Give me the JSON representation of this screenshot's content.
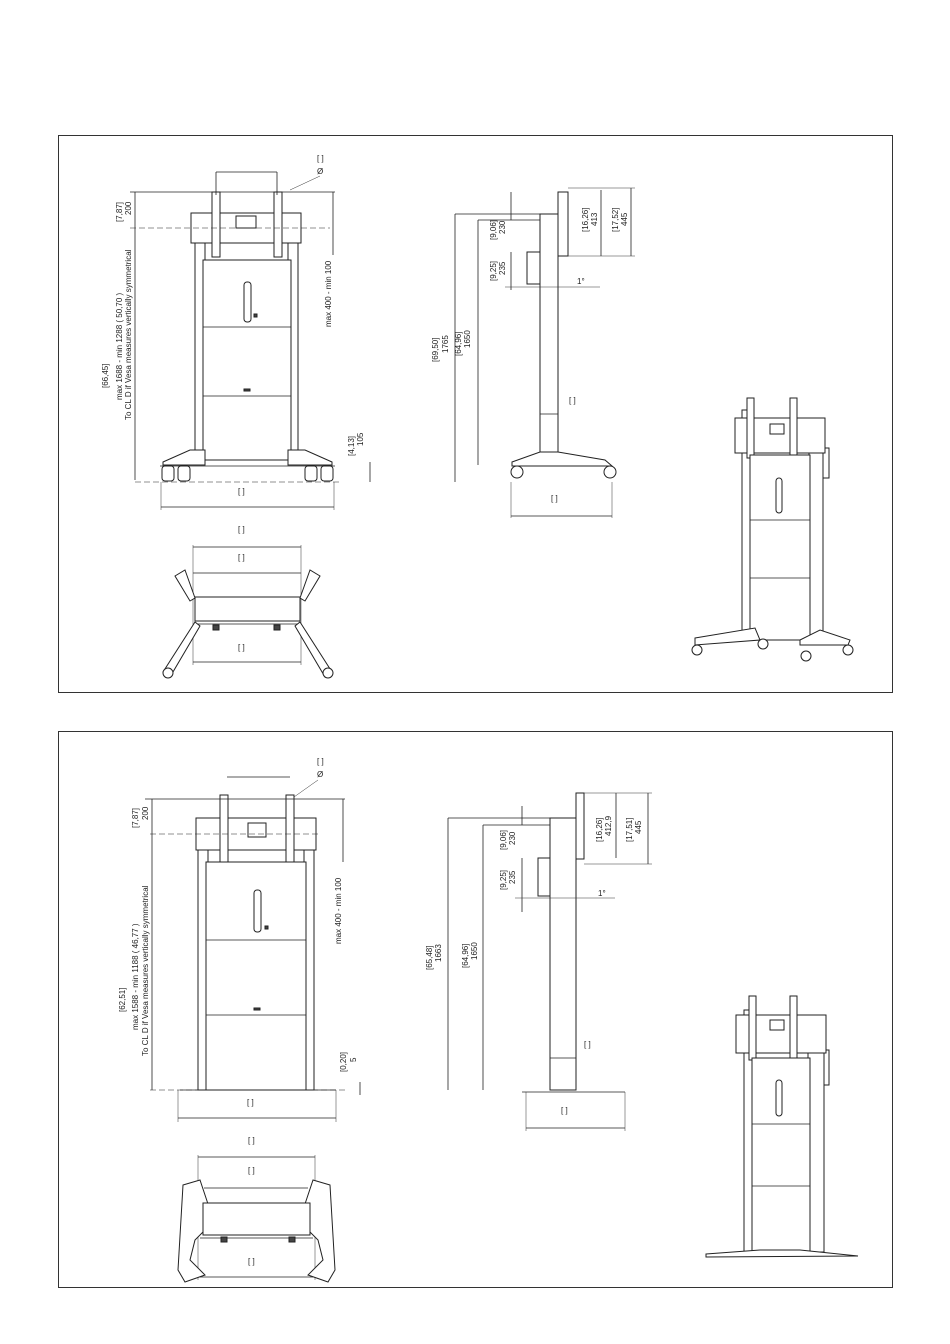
{
  "top_panel": {
    "front_view": {
      "hole_label": "Ø",
      "bracket_label": "[ ]",
      "dim_vesa_top": {
        "inch": "[7,87]",
        "mm": "200"
      },
      "dim_height_inch": "[66,45]",
      "dim_height_range": "max 1688 - min 1288 ( 50,70 )",
      "dim_height_note": "To CL D if Vesa measures vertically symmetrical",
      "dim_vesa_range": "max 400 - min 100",
      "dim_ground": {
        "inch": "[4,13]",
        "mm": "105"
      },
      "dim_width_bracket": "[ ]"
    },
    "side_view": {
      "dim_total": {
        "inch": "[69,50]",
        "mm": "1765"
      },
      "dim_center": {
        "inch": "[64,96]",
        "mm": "1650"
      },
      "dim_upper": {
        "inch": "[9,06]",
        "mm": "230"
      },
      "dim_lower": {
        "inch": "[9,25]",
        "mm": "235"
      },
      "dim_screen1": {
        "inch": "[16,26]",
        "mm": "413"
      },
      "dim_screen2": {
        "inch": "[17,52]",
        "mm": "445"
      },
      "tilt": "1°",
      "dim_column_bracket": "[ ]",
      "dim_base_bracket": "[ ]"
    },
    "top_view": {
      "b1": "[ ]",
      "b2": "[ ]",
      "b3": "[ ]"
    }
  },
  "bottom_panel": {
    "front_view": {
      "hole_label": "Ø",
      "bracket_label": "[ ]",
      "dim_vesa_top": {
        "inch": "[7,87]",
        "mm": "200"
      },
      "dim_height_inch": "[62,51]",
      "dim_height_range": "max 1588 - min 1188 ( 46,77 )",
      "dim_height_note": "To CL D if Vesa measures vertically symmetrical",
      "dim_vesa_range": "max 400 - min 100",
      "dim_ground": {
        "inch": "[0,20]",
        "mm": "5"
      },
      "dim_width_bracket": "[ ]"
    },
    "side_view": {
      "dim_total": {
        "inch": "[65,48]",
        "mm": "1663"
      },
      "dim_center": {
        "inch": "[64,96]",
        "mm": "1650"
      },
      "dim_upper": {
        "inch": "[9,06]",
        "mm": "230"
      },
      "dim_lower": {
        "inch": "[9,25]",
        "mm": "235"
      },
      "dim_screen1": {
        "inch": "[16,26]",
        "mm": "412,9"
      },
      "dim_screen2": {
        "inch": "[17,51]",
        "mm": "445"
      },
      "tilt": "1°",
      "dim_column_bracket": "[ ]",
      "dim_base_bracket": "[ ]"
    },
    "top_view": {
      "b1": "[ ]",
      "b2": "[ ]",
      "b3": "[ ]"
    }
  }
}
